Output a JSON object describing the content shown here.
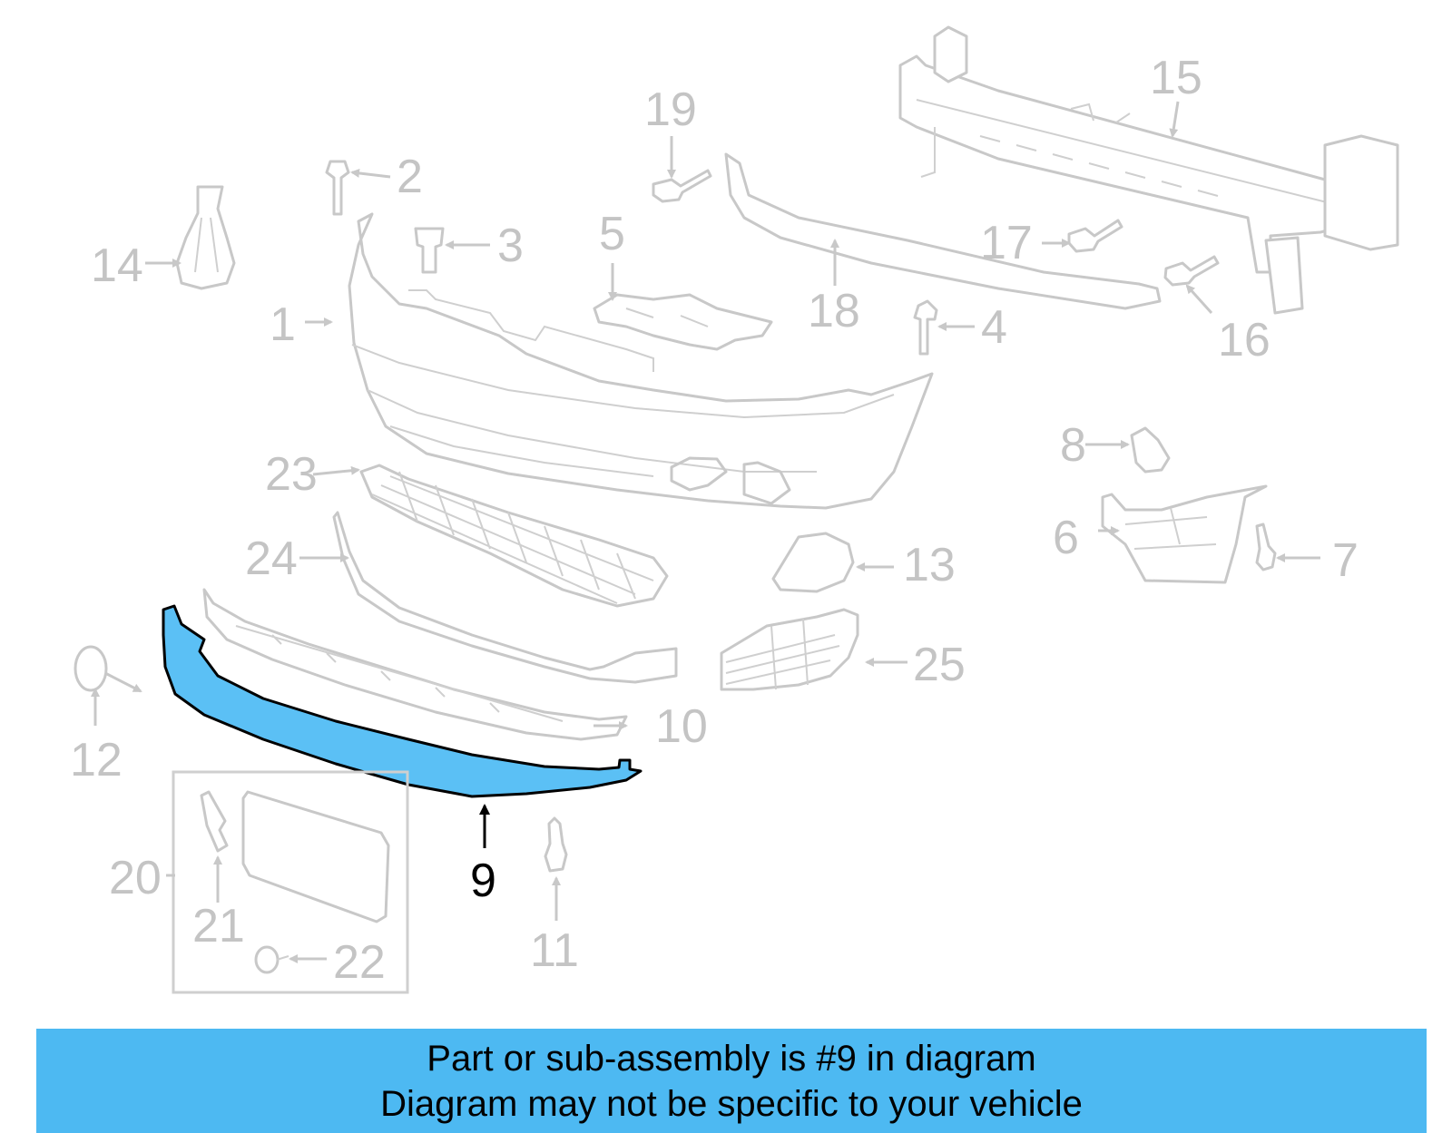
{
  "highlight_color": "#5bc0f5",
  "banner_color": "#4db9f2",
  "callouts": {
    "c1": "1",
    "c2": "2",
    "c3": "3",
    "c4": "4",
    "c5": "5",
    "c6": "6",
    "c7": "7",
    "c8": "8",
    "c9": "9",
    "c10": "10",
    "c11": "11",
    "c12": "12",
    "c13": "13",
    "c14": "14",
    "c15": "15",
    "c16": "16",
    "c17": "17",
    "c18": "18",
    "c19": "19",
    "c20": "20",
    "c21": "21",
    "c22": "22",
    "c23": "23",
    "c24": "24",
    "c25": "25"
  },
  "banner": {
    "line1": "Part or sub-assembly is #9 in diagram",
    "line2": "Diagram may not be specific to your vehicle"
  }
}
